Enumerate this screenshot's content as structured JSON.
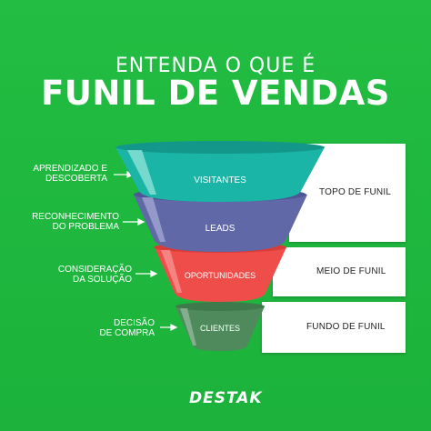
{
  "header": {
    "subtitle": "ENTENDA O QUE É",
    "title": "FUNIL DE VENDAS"
  },
  "funnel": {
    "layers": [
      {
        "label": "VISITANTES",
        "color": "#1ab5a6"
      },
      {
        "label": "LEADS",
        "color": "#6168a8"
      },
      {
        "label": "OPORTUNIDADES",
        "color": "#ef4d4a"
      },
      {
        "label": "CLIENTES",
        "color": "#4f8a5c"
      }
    ]
  },
  "stages": [
    {
      "line1": "APRENDIZADO E",
      "line2": "DESCOBERTA"
    },
    {
      "line1": "RECONHECIMENTO",
      "line2": "DO PROBLEMA"
    },
    {
      "line1": "CONSIDERAÇÃO",
      "line2": "DA SOLUÇÃO"
    },
    {
      "line1": "DECISÃO",
      "line2": "DE COMPRA"
    }
  ],
  "panels": {
    "top": "TOPO DE FUNIL",
    "middle": "MEIO DE FUNIL",
    "bottom": "FUNDO DE FUNIL"
  },
  "brand": {
    "name": "DESTAK"
  }
}
